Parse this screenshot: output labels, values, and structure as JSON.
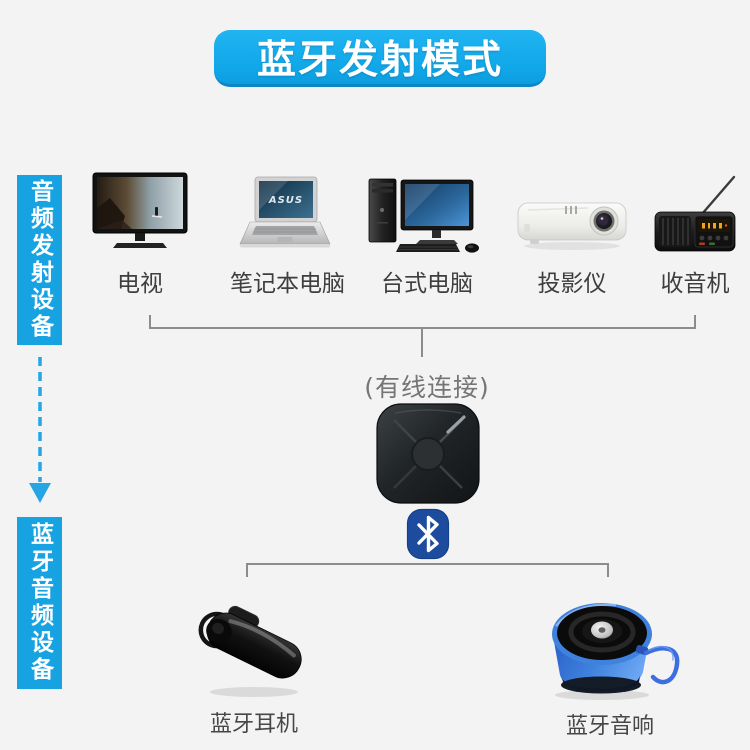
{
  "title": {
    "text": "蓝牙发射模式"
  },
  "sidebar": {
    "top_label": "音频发射设备",
    "bottom_label": "蓝牙音频设备"
  },
  "source_devices": [
    {
      "label": "电视"
    },
    {
      "label": "笔记本电脑",
      "screen_brand": "ASUS"
    },
    {
      "label": "台式电脑"
    },
    {
      "label": "投影仪"
    },
    {
      "label": "收音机"
    }
  ],
  "connection": {
    "wired_label": "(有线连接)"
  },
  "sink_devices": [
    {
      "label": "蓝牙耳机"
    },
    {
      "label": "蓝牙音响"
    }
  ],
  "colors": {
    "accent_blue": "#12a9ea",
    "side_label_blue": "#17a3e2",
    "bluetooth_logo_blue": "#1d4c9f",
    "connector_gray": "#8c8c8c",
    "background": "#f3f3f4",
    "speaker_blue": "#3f82de"
  }
}
